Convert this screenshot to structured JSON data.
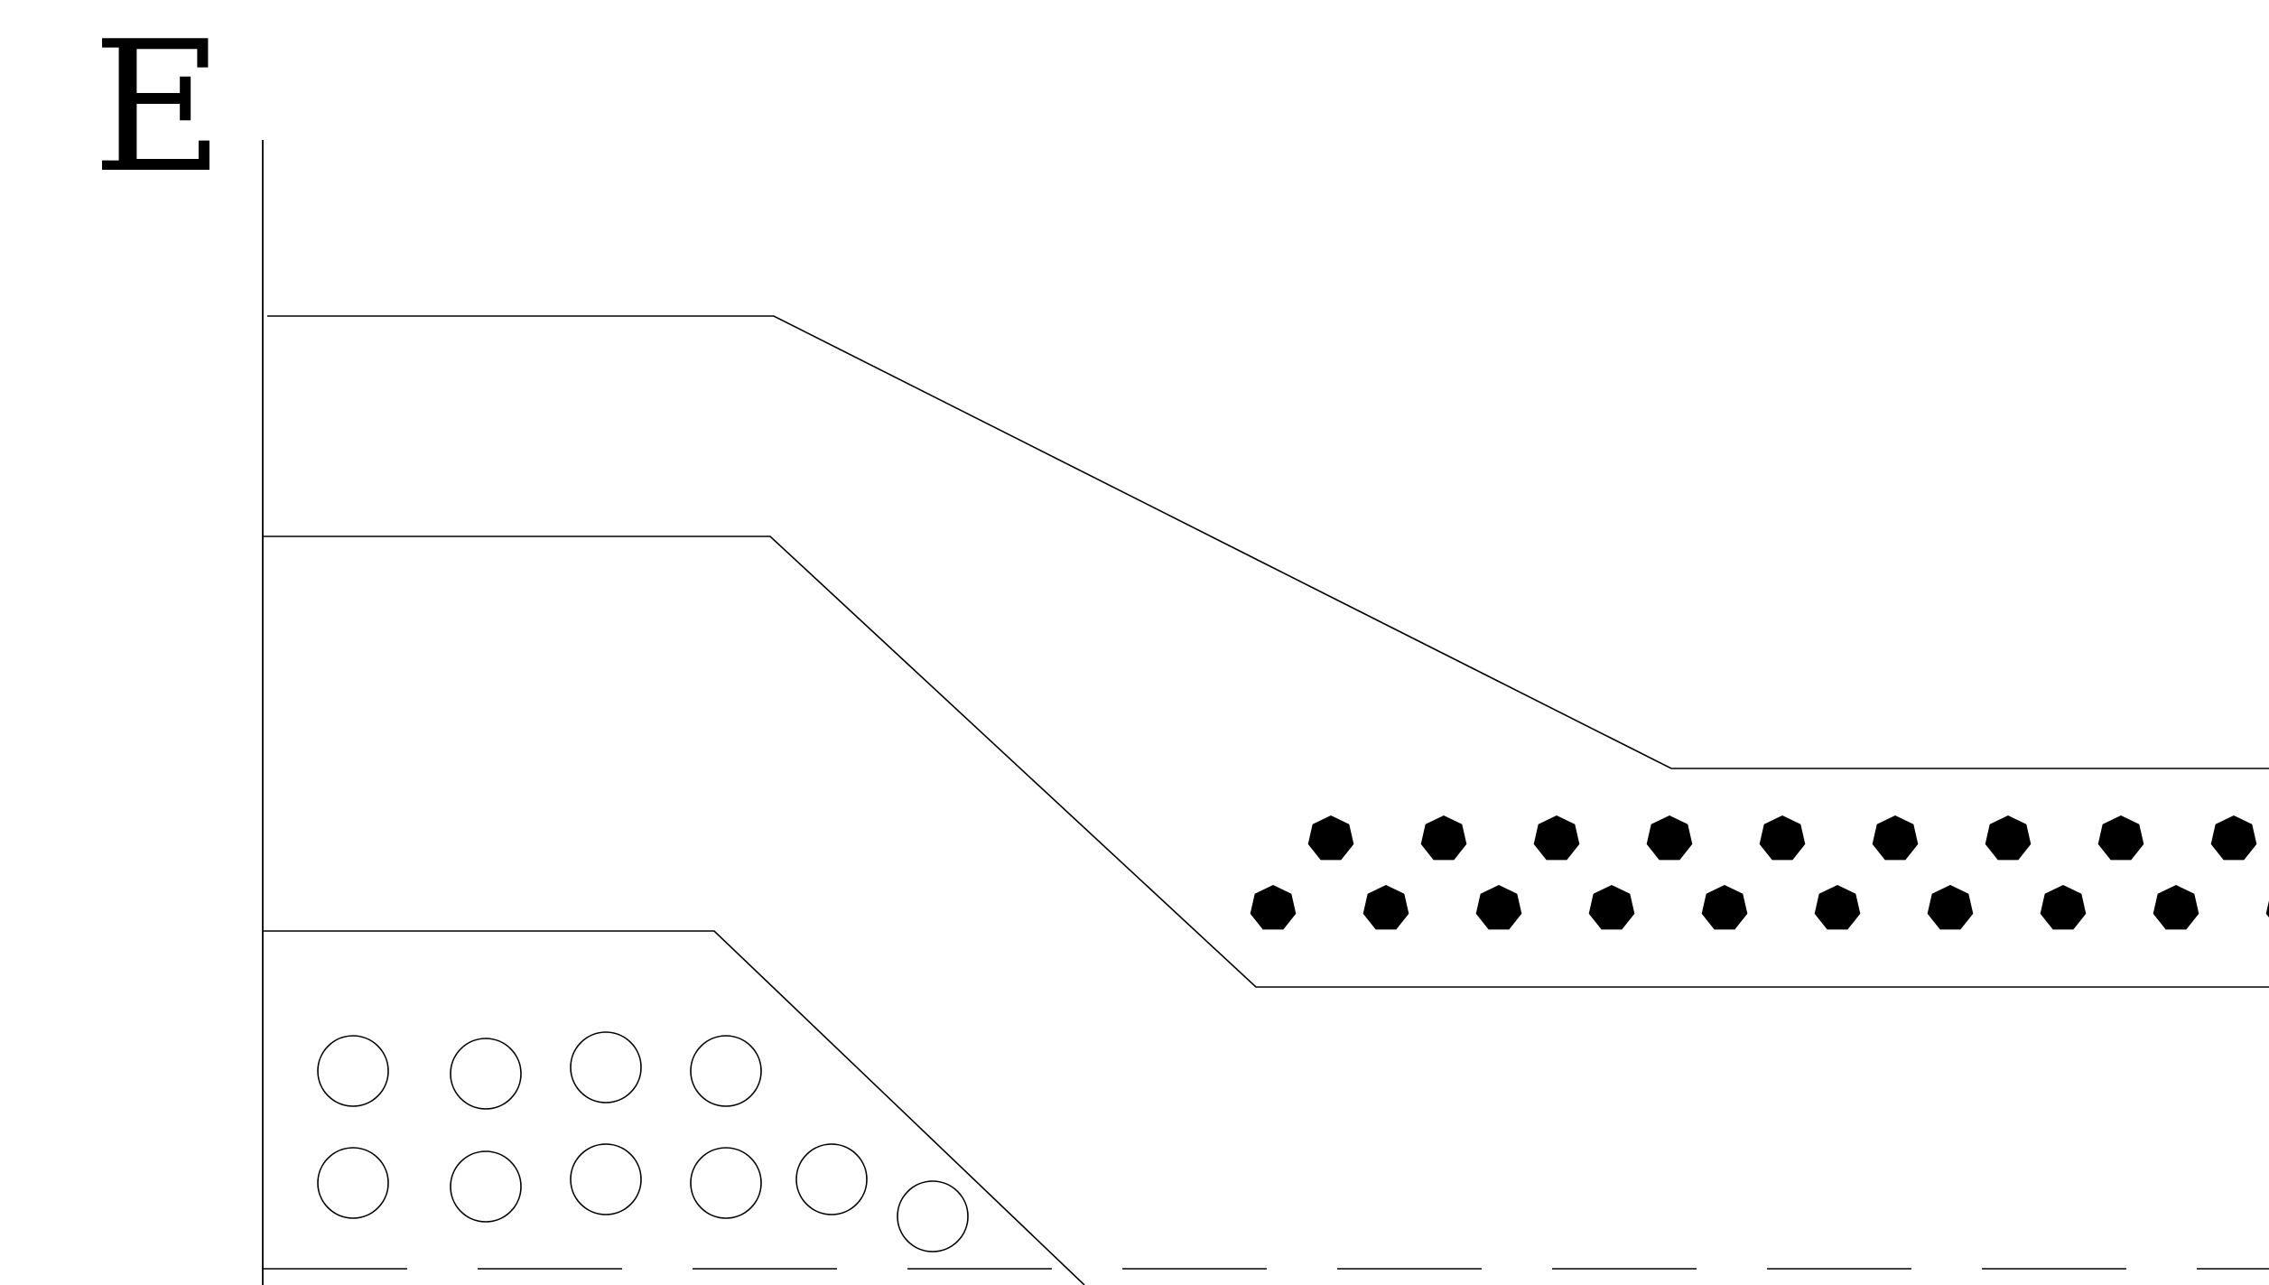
{
  "diagram": {
    "axis_label": "E",
    "electron_count": 19,
    "hole_count": 10,
    "colors": {
      "line": "#000000",
      "background": "#ffffff",
      "electron_fill": "#000000",
      "hole_fill": "#ffffff"
    }
  }
}
